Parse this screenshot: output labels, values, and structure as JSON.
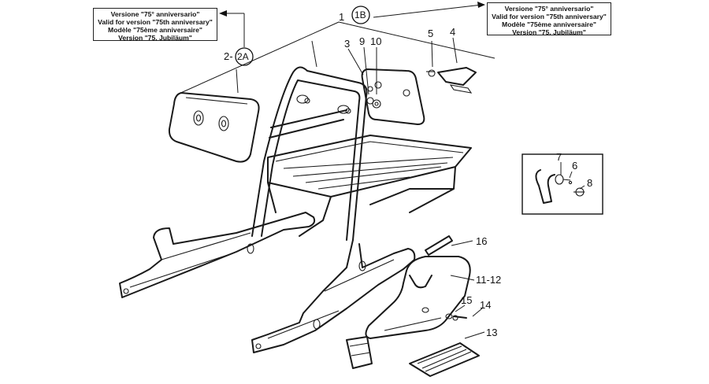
{
  "notes": {
    "left": [
      "Versione \"75° anniversario\"",
      "Valid for version \"75th anniversary\"",
      "Modèle \"75ème anniversaire\"",
      "Version \"75. Jubiläum\""
    ],
    "right": [
      "Versione \"75° anniversario\"",
      "Valid for version \"75th anniversary\"",
      "Modèle \"75ème anniversaire\"",
      "Version \"75. Jubiläum\""
    ]
  },
  "callouts": {
    "c1": "1",
    "c1B": "1B",
    "c2": "2-",
    "c2A": "2A",
    "c3": "3",
    "c9": "9",
    "c10": "10",
    "c5": "5",
    "c4": "4",
    "c7": "7",
    "c6": "6",
    "c8": "8",
    "c16": "16",
    "c11_12": "11-12",
    "c15": "15",
    "c14": "14",
    "c13": "13"
  }
}
